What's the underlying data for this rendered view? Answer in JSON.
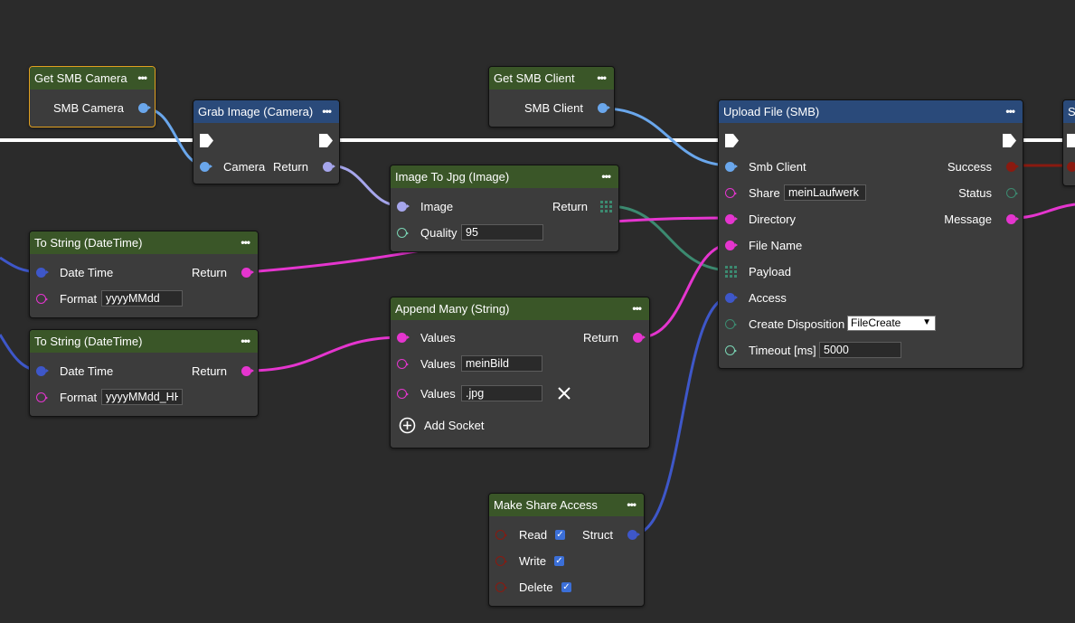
{
  "nodes": {
    "get_smb_camera": {
      "title": "Get SMB Camera",
      "out": "SMB Camera"
    },
    "grab_image": {
      "title": "Grab Image (Camera)",
      "in": "Camera",
      "out": "Return"
    },
    "get_smb_client": {
      "title": "Get SMB Client",
      "out": "SMB Client"
    },
    "image_to_jpg": {
      "title": "Image To Jpg (Image)",
      "in_image": "Image",
      "in_quality": "Quality",
      "quality_value": "95",
      "out": "Return"
    },
    "to_string_1": {
      "title": "To String (DateTime)",
      "in_dt": "Date Time",
      "in_fmt": "Format",
      "fmt_value": "yyyyMMdd",
      "out": "Return"
    },
    "to_string_2": {
      "title": "To String (DateTime)",
      "in_dt": "Date Time",
      "in_fmt": "Format",
      "fmt_value": "yyyyMMdd_HH",
      "out": "Return"
    },
    "append_many": {
      "title": "Append Many (String)",
      "values_label": "Values",
      "value_1": "meinBild",
      "value_2": ".jpg",
      "out": "Return",
      "add_socket": "Add Socket"
    },
    "make_share_access": {
      "title": "Make Share Access",
      "read": "Read",
      "write": "Write",
      "delete": "Delete",
      "out": "Struct",
      "read_checked": true,
      "write_checked": true,
      "delete_checked": true
    },
    "upload_file": {
      "title": "Upload File (SMB)",
      "smb_client": "Smb Client",
      "share": "Share",
      "share_value": "meinLaufwerk",
      "directory": "Directory",
      "file_name": "File Name",
      "payload": "Payload",
      "access": "Access",
      "create_disposition": "Create Disposition",
      "create_disposition_value": "FileCreate",
      "timeout": "Timeout [ms]",
      "timeout_value": "5000",
      "success": "Success",
      "status": "Status",
      "message": "Message"
    },
    "partial_node": {
      "title": "S"
    }
  },
  "icons": {
    "dots": "more-icon",
    "add": "add-circle-icon",
    "remove": "close-icon",
    "exec": "exec-pin-icon"
  },
  "colors": {
    "background": "#2b2b2b",
    "node": "#3c3c3c",
    "header_green": "#3a5628",
    "header_blue": "#2a4a7a",
    "selected_border": "#e0a020",
    "pin_struct_light": "#6aa7ec",
    "pin_struct_dark": "#3e57c9",
    "pin_string": "#e535cf",
    "pin_image": "#a6a6ec",
    "pin_number": "#7ad4b4",
    "pin_binary": "#3c8a70",
    "pin_bool": "#8a1a10",
    "exec": "#ffffff"
  }
}
